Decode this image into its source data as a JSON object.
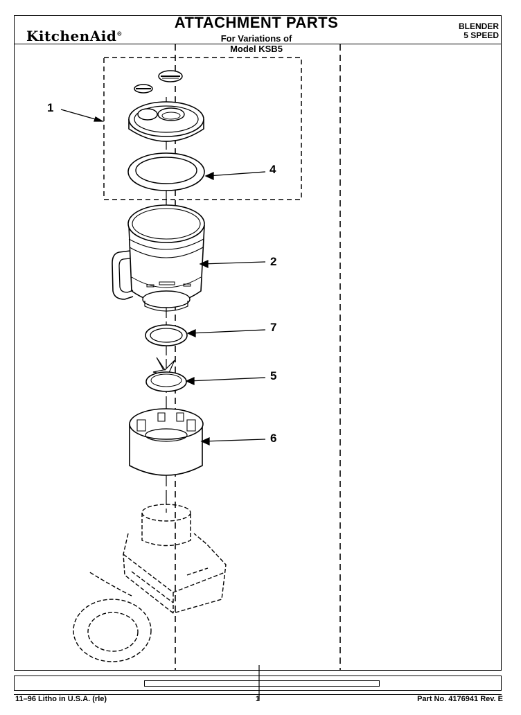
{
  "header": {
    "title": "ATTACHMENT PARTS",
    "brand": "KitchenAid",
    "brand_mark": "®",
    "subtitle_line1": "For Variations of",
    "subtitle_line2": "Model KSB5",
    "product_line1": "BLENDER",
    "product_line2": "5 SPEED"
  },
  "callouts": {
    "c1": "1",
    "c2": "2",
    "c4": "4",
    "c5": "5",
    "c6": "6",
    "c7": "7"
  },
  "footer": {
    "left": "11–96 Litho in U.S.A. (rle)",
    "page": "1",
    "right": "Part No. 4176941 Rev. E"
  }
}
